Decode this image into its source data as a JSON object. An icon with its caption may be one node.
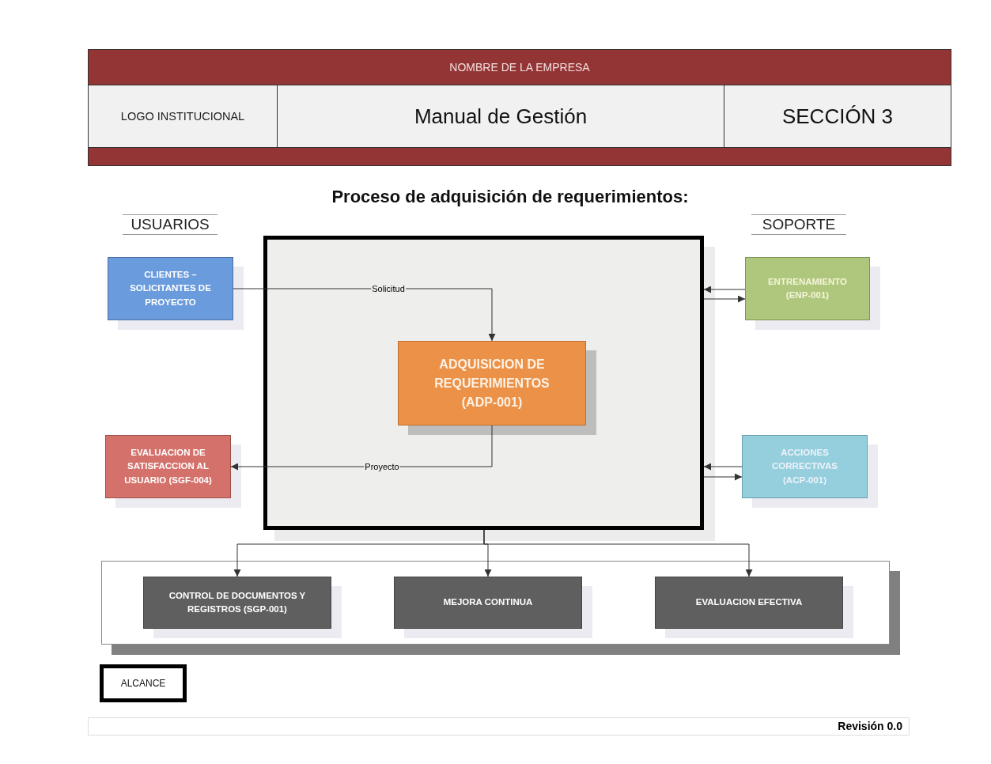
{
  "diagram": {
    "title": "Proceso de adquisición de requerimientos:",
    "nodes": [
      {
        "text": [],
        "shape": "box"
      },
      {
        "text": [
          "ADQUISICION DE REQUERIMIENTOS (ADP-001)"
        ],
        "in": 0
      },
      {
        "text": [
          "CLIENTES – SOLICITANTES DE PROYECTO"
        ]
      },
      {
        "text": [
          "EVALUACION DE SATISFACCION AL USUARIO (SGF-004)"
        ]
      },
      {
        "text": [
          "ENTRENAMIENTO (ENP-001)"
        ]
      },
      {
        "text": [
          "ACCIONES CORRECTIVAS (ACP-001)"
        ]
      },
      {
        "text": [],
        "shape": "box"
      },
      {
        "text": [
          "CONTROL DE DOCUMENTOS Y REGISTROS (SGP-001)"
        ],
        "in": 6
      },
      {
        "text": [
          "MEJORA CONTINUA"
        ],
        "in": 6
      },
      {
        "text": [
          "EVALUACION EFECTIVA"
        ],
        "in": 6
      },
      {
        "text": [
          "ALCANCE"
        ]
      }
    ],
    "edges": [
      {
        "from": 2,
        "to": 1,
        "arrow": "to",
        "label": "Solicitud"
      },
      {
        "from": 1,
        "to": 3,
        "arrow": "to",
        "label": "Proyecto"
      },
      {
        "from": 4,
        "to": 0,
        "arrow": "to"
      },
      {
        "from": 0,
        "to": 4,
        "arrow": "to"
      },
      {
        "from": 5,
        "to": 0,
        "arrow": "to"
      },
      {
        "from": 0,
        "to": 5,
        "arrow": "to"
      },
      {
        "from": 0,
        "to": 7,
        "arrow": "to"
      },
      {
        "from": 0,
        "to": 8,
        "arrow": "to"
      },
      {
        "from": 0,
        "to": 9,
        "arrow": "to"
      }
    ],
    "labels": [
      "NOMBRE DE LA EMPRESA",
      "LOGO INSTITUCIONAL",
      "Manual de Gestión",
      "SECCIÓN 3",
      "USUARIOS",
      "SOPORTE",
      "Revisión 0.0"
    ]
  }
}
